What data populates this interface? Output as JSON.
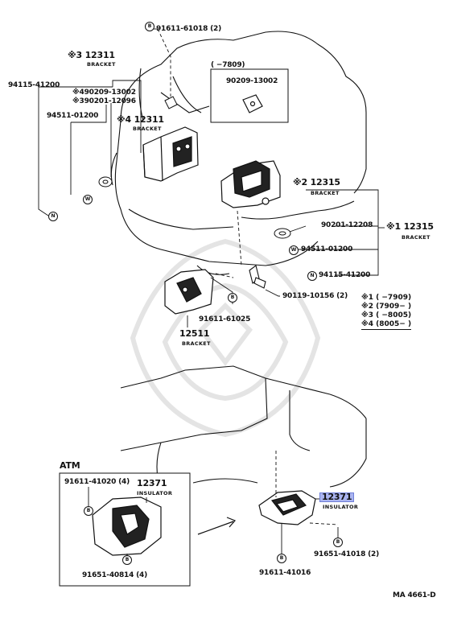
{
  "parts": {
    "p_91611_61018": "91611-61018 (2)",
    "p_12311_a_num": "※3 12311",
    "p_12311_a_sub": "BRACKET",
    "p_94115_41200_left": "94115-41200",
    "p_90209_13002_left": "※490209-13002",
    "p_90201_12096": "※390201-12096",
    "p_94511_01200_left": "94511-01200",
    "p_12311_b_num": "※4 12311",
    "p_12311_b_sub": "BRACKET",
    "inset_title": "( −7809)",
    "inset_part": "90209-13002",
    "p_12315_a_num": "※2 12315",
    "p_12315_a_sub": "BRACKET",
    "p_90201_12208": "90201-12208",
    "p_12315_b_num": "※1 12315",
    "p_12315_b_sub": "BRACKET",
    "p_94511_01200_right": "94511-01200",
    "p_94115_41200_right": "94115-41200",
    "p_90119_10156": "90119-10156 (2)",
    "p_91611_61025": "91611-61025",
    "p_12511_num": "12511",
    "p_12511_sub": "BRACKET",
    "atm_title": "ATM",
    "p_91611_41020": "91611-41020 (4)",
    "p_12371_atm_num": "12371",
    "p_12371_atm_sub": "INSULATOR",
    "p_91651_40814": "91651-40814 (4)",
    "p_12371_num": "12371",
    "p_12371_sub": "INSULATOR",
    "p_91611_41016": "91611-41016",
    "p_91651_41018": "91651-41018 (2)",
    "figure_code": "MA 4661-D"
  },
  "legend": [
    "※1 (      −7909)",
    "※2 (7909−      )",
    "※3 (      −8005)",
    "※4 (8005−      )"
  ],
  "symbols": {
    "bolt": "B",
    "nut": "N",
    "washer": "W"
  },
  "colors": {
    "line": "#111111",
    "ghost": "#d6d6d6",
    "highlight": "#aab4f0"
  }
}
